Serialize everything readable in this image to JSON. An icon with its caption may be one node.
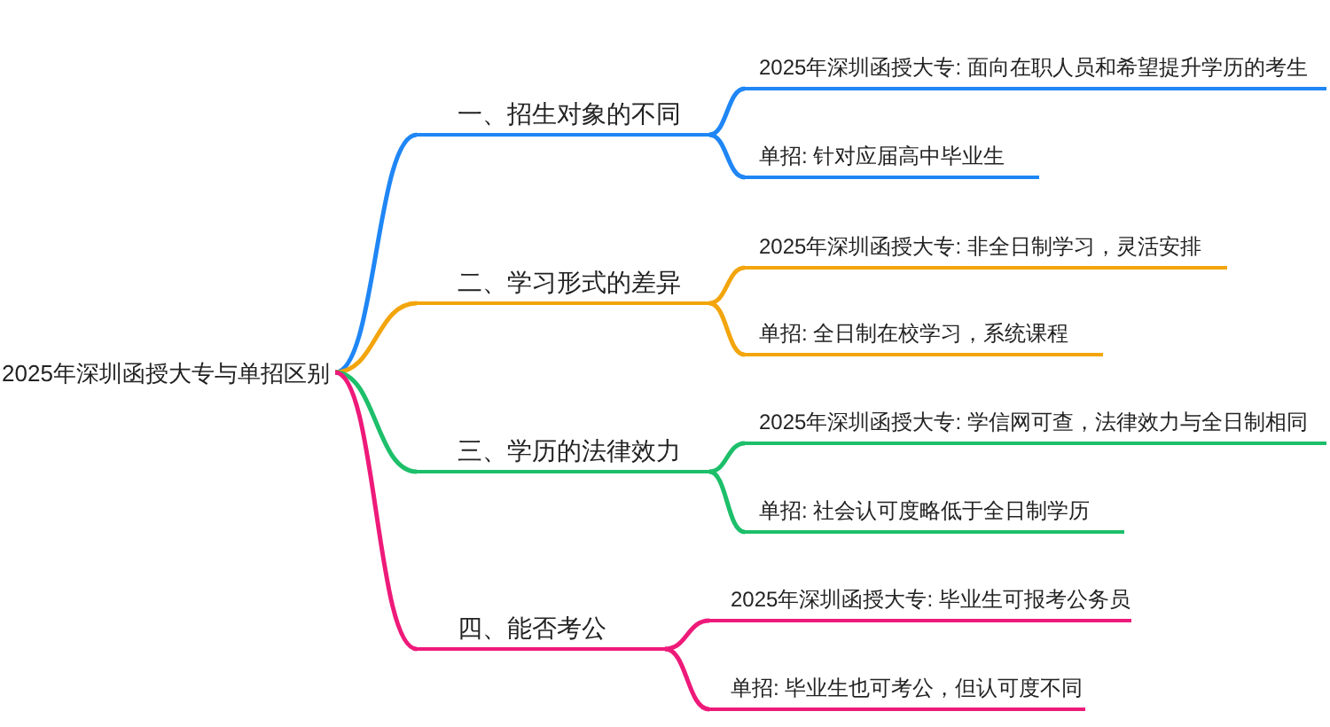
{
  "diagram": {
    "nodes": [
      {
        "text": [
          "2025年深圳函授大专与单招区别"
        ]
      },
      {
        "text": [
          "一、招生对象的不同"
        ]
      },
      {
        "text": [
          "二、学习形式的差异"
        ]
      },
      {
        "text": [
          "三、学历的法律效力"
        ]
      },
      {
        "text": [
          "四、能否考公"
        ]
      },
      {
        "text": [
          "2025年深圳函授大专: 面向在职人员和希望提升学历的考生"
        ]
      },
      {
        "text": [
          "单招: 针对应届高中毕业生"
        ]
      },
      {
        "text": [
          "2025年深圳函授大专: 非全日制学习，灵活安排"
        ]
      },
      {
        "text": [
          "单招: 全日制在校学习，系统课程"
        ]
      },
      {
        "text": [
          "2025年深圳函授大专: 学信网可查，法律效力与全日制相同"
        ]
      },
      {
        "text": [
          "单招: 社会认可度略低于全日制学历"
        ]
      },
      {
        "text": [
          "2025年深圳函授大专: 毕业生可报考公务员"
        ]
      },
      {
        "text": [
          "单招: 毕业生也可考公，但认可度不同"
        ]
      }
    ],
    "edges": [
      {
        "from": 0,
        "to": 1,
        "arrow": "none",
        "color": "#1f86f5"
      },
      {
        "from": 0,
        "to": 2,
        "arrow": "none",
        "color": "#f2a50c"
      },
      {
        "from": 0,
        "to": 3,
        "arrow": "none",
        "color": "#1dbf6a"
      },
      {
        "from": 0,
        "to": 4,
        "arrow": "none",
        "color": "#ee1a7a"
      },
      {
        "from": 1,
        "to": 5,
        "arrow": "none",
        "color": "#1f86f5"
      },
      {
        "from": 1,
        "to": 6,
        "arrow": "none",
        "color": "#1f86f5"
      },
      {
        "from": 2,
        "to": 7,
        "arrow": "none",
        "color": "#f2a50c"
      },
      {
        "from": 2,
        "to": 8,
        "arrow": "none",
        "color": "#f2a50c"
      },
      {
        "from": 3,
        "to": 9,
        "arrow": "none",
        "color": "#1dbf6a"
      },
      {
        "from": 3,
        "to": 10,
        "arrow": "none",
        "color": "#1dbf6a"
      },
      {
        "from": 4,
        "to": 11,
        "arrow": "none",
        "color": "#ee1a7a"
      },
      {
        "from": 4,
        "to": 12,
        "arrow": "none",
        "color": "#ee1a7a"
      }
    ]
  }
}
